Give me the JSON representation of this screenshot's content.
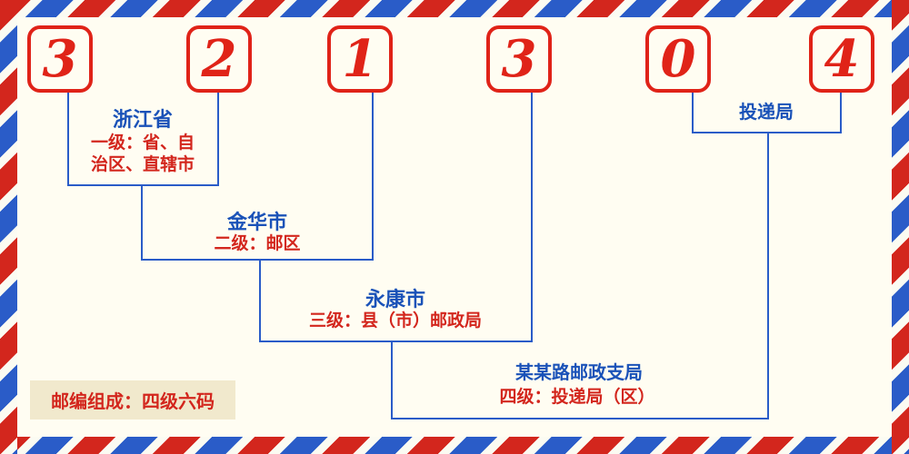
{
  "postal_code": {
    "digits": [
      "3",
      "2",
      "1",
      "3",
      "0",
      "4"
    ]
  },
  "annotations": {
    "level1": {
      "name": "浙江省",
      "desc_line1": "一级：省、自",
      "desc_line2": "治区、直辖市"
    },
    "level2": {
      "name": "金华市",
      "desc": "二级：邮区"
    },
    "level3": {
      "name": "永康市",
      "desc": "三级：县（市）邮政局"
    },
    "level4": {
      "name": "某某路邮政支局",
      "desc": "四级：投递局（区）"
    },
    "delivery": {
      "name": "投递局"
    }
  },
  "footer": {
    "note": "邮编组成：四级六码"
  },
  "colors": {
    "red": "#d3261d",
    "digit_red": "#e02318",
    "blue": "#1a52b8",
    "line_blue": "#2a5cc8",
    "background": "#fffdf2",
    "footer_bg": "#f1e9cd"
  }
}
